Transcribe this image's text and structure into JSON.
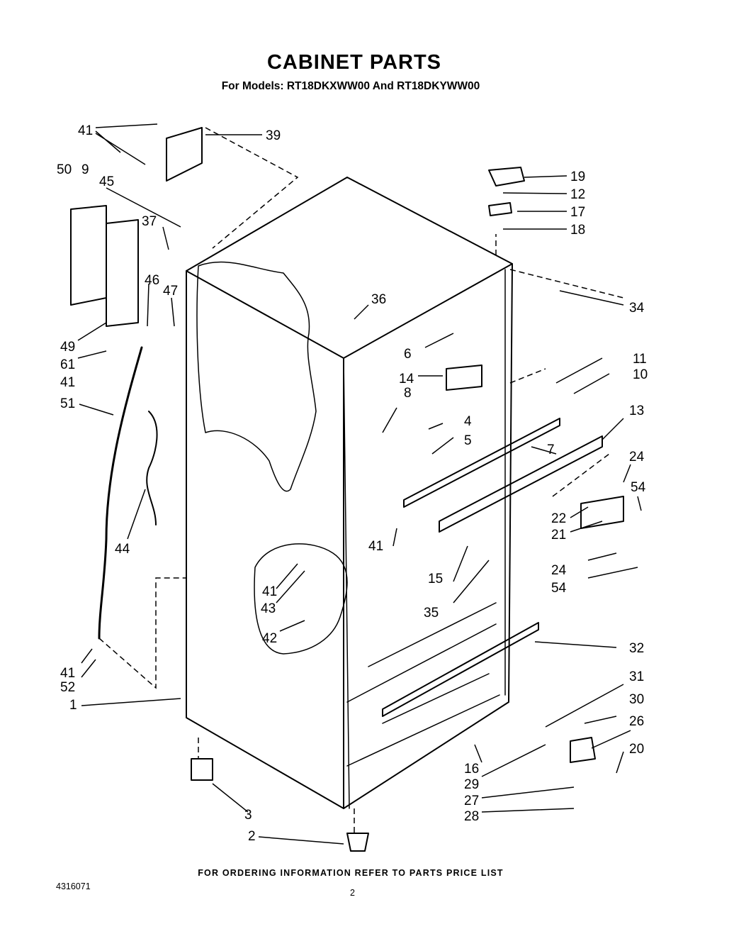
{
  "title": "CABINET PARTS",
  "subtitle": "For Models: RT18DKXWW00 And RT18DKYWW00",
  "footer": "FOR ORDERING INFORMATION REFER TO PARTS PRICE LIST",
  "part_number": "4316071",
  "page_number": "2",
  "callouts": [
    "41",
    "39",
    "50",
    "9",
    "45",
    "37",
    "46",
    "47",
    "49",
    "61",
    "41",
    "51",
    "44",
    "19",
    "12",
    "17",
    "18",
    "34",
    "36",
    "6",
    "14",
    "11",
    "10",
    "8",
    "4",
    "5",
    "7",
    "13",
    "24",
    "54",
    "22",
    "21",
    "24",
    "54",
    "41",
    "15",
    "35",
    "41",
    "43",
    "42",
    "32",
    "41",
    "52",
    "1",
    "31",
    "30",
    "26",
    "20",
    "16",
    "29",
    "27",
    "28",
    "3",
    "2"
  ]
}
